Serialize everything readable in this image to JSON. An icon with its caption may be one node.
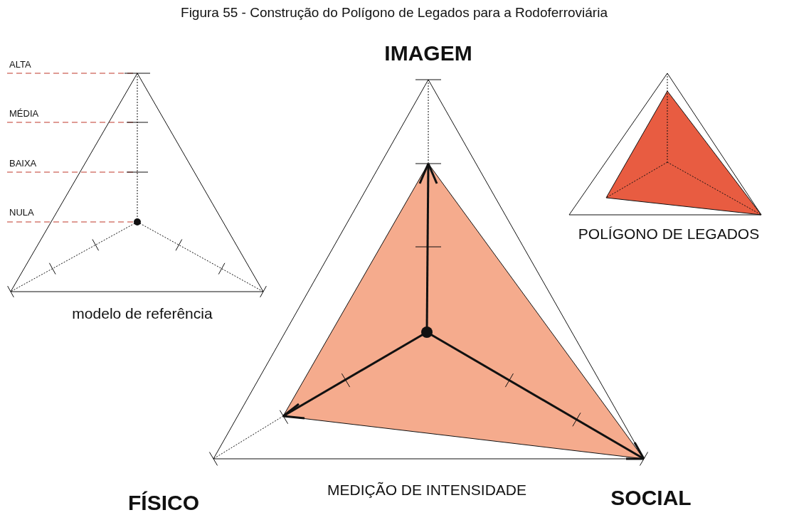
{
  "diagram": {
    "title": "Figura 55 - Construção do Polígono de Legados para a Rodoferroviária",
    "labels": [
      "IMAGEM",
      "ALTA",
      "MÉDIA",
      "BAIXA",
      "NULA",
      "POLÍGONO DE LEGADOS",
      "modelo de referência",
      "MEDIÇÃO DE INTENSIDADE",
      "SOCIAL",
      "FÍSICO"
    ]
  }
}
